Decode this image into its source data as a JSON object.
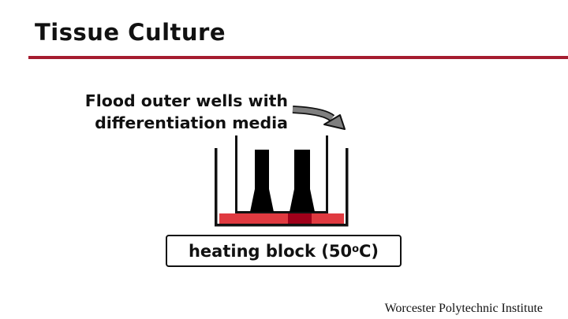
{
  "slide": {
    "title": "Tissue Culture",
    "instruction_line1": "Flood outer wells with",
    "instruction_line2": "differentiation media",
    "heating_block_prefix": "heating block (50",
    "heating_block_degree": "o",
    "heating_block_suffix": "C)",
    "footer": "Worcester Polytechnic Institute"
  },
  "colors": {
    "title_rule": "#a51c30",
    "media_fill": "#e03a40",
    "dark_red": "#a0001a",
    "arrow_gray": "#7f7f7f",
    "outline": "#111111"
  },
  "icons": {
    "arrow": "curved-arrow-icon"
  }
}
